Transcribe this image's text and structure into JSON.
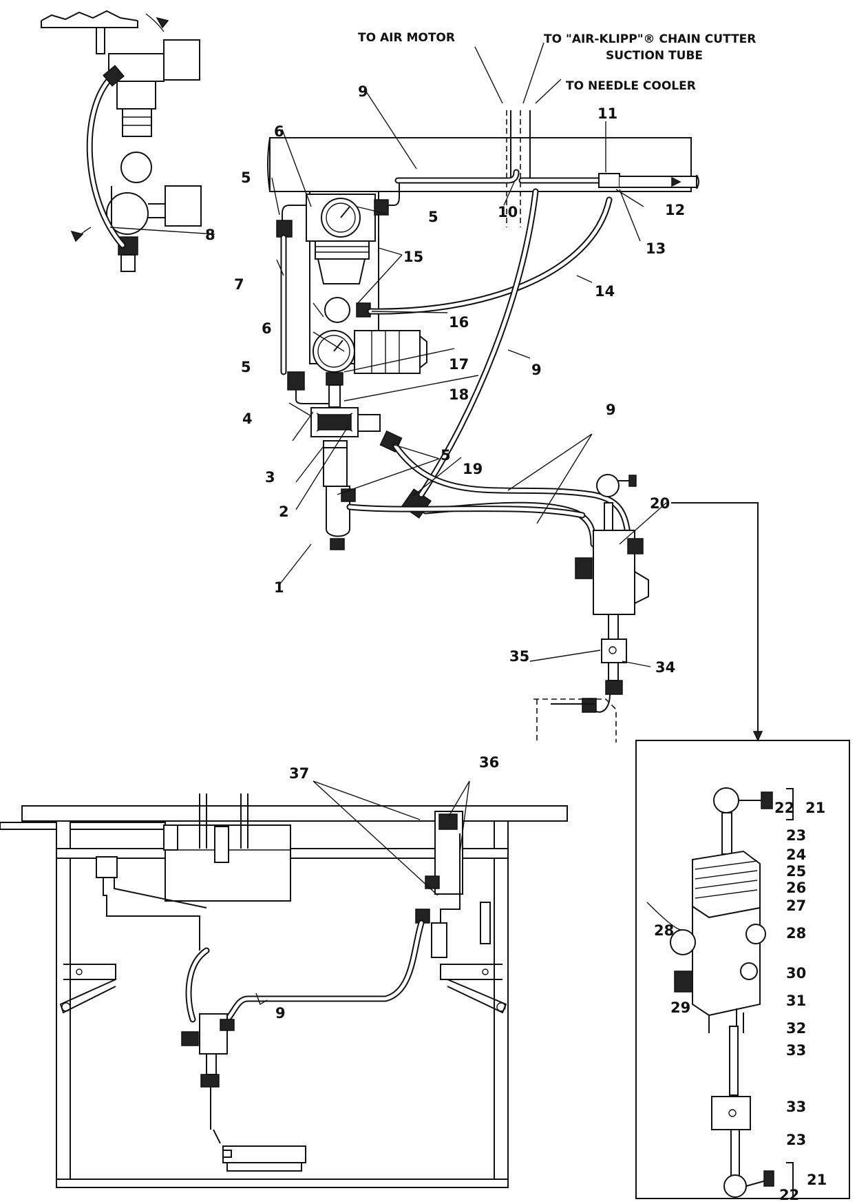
{
  "captions": {
    "air_motor": "TO AIR MOTOR",
    "chain_cutter_1": "TO \"AIR-KLIPP\"® CHAIN CUTTER",
    "chain_cutter_2": "SUCTION TUBE",
    "needle_cooler": "TO NEEDLE COOLER"
  },
  "labels": {
    "n1": "1",
    "n2": "2",
    "n3": "3",
    "n4": "4",
    "n5a": "5",
    "n5b": "5",
    "n5c": "5",
    "n5d": "5",
    "n6a": "6",
    "n6b": "6",
    "n7": "7",
    "n8": "8",
    "n9a": "9",
    "n9b": "9",
    "n9c": "9",
    "n9d": "9",
    "n10": "10",
    "n11": "11",
    "n12": "12",
    "n13": "13",
    "n14": "14",
    "n15": "15",
    "n16": "16",
    "n17": "17",
    "n18": "18",
    "n19": "19",
    "n20": "20",
    "n21a": "21",
    "n21b": "21",
    "n22a": "22",
    "n22b": "22",
    "n23a": "23",
    "n23b": "23",
    "n24": "24",
    "n25": "25",
    "n26": "26",
    "n27": "27",
    "n28a": "28",
    "n28b": "28",
    "n29": "29",
    "n30": "30",
    "n31": "31",
    "n32": "32",
    "n33a": "33",
    "n33b": "33",
    "n34": "34",
    "n35": "35",
    "n36": "36",
    "n37": "37"
  }
}
